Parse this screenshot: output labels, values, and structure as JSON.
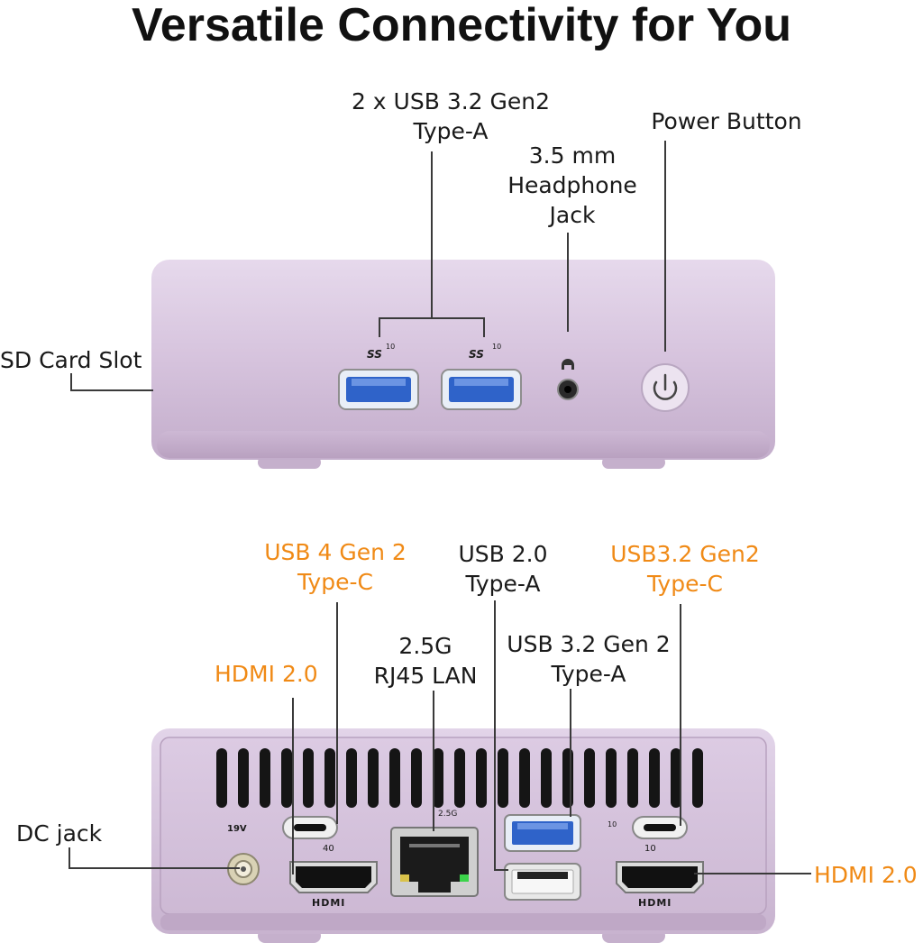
{
  "title": "Versatile Connectivity for You",
  "accent_color": "#f08a16",
  "device_color": "#d8c6de",
  "front": {
    "usb_a_label": [
      "2 x USB 3.2 Gen2",
      "Type-A"
    ],
    "headphone_label": [
      "3.5 mm",
      "Headphone",
      "Jack"
    ],
    "power_label": "Power Button",
    "sd_label": "SD Card Slot",
    "port_marks": {
      "ss_left": "SS",
      "ss_right": "SS",
      "ss_num": "10"
    }
  },
  "rear": {
    "usb4_label": [
      "USB 4 Gen 2",
      "Type-C"
    ],
    "usb20_label": [
      "USB 2.0",
      "Type-A"
    ],
    "usb32c_label": [
      "USB3.2 Gen2",
      "Type-C"
    ],
    "lan_label": [
      "2.5G",
      "RJ45 LAN"
    ],
    "usb32a_label": [
      "USB 3.2 Gen 2",
      "Type-A"
    ],
    "hdmi_left_label": "HDMI 2.0",
    "hdmi_right_label": "HDMI 2.0",
    "dc_label": "DC jack",
    "port_marks": {
      "dc_volt": "19V",
      "lan": "2.5G",
      "usb4": "40",
      "usbc": "10",
      "ss_num": "10",
      "hdmi": "HDMI"
    }
  }
}
